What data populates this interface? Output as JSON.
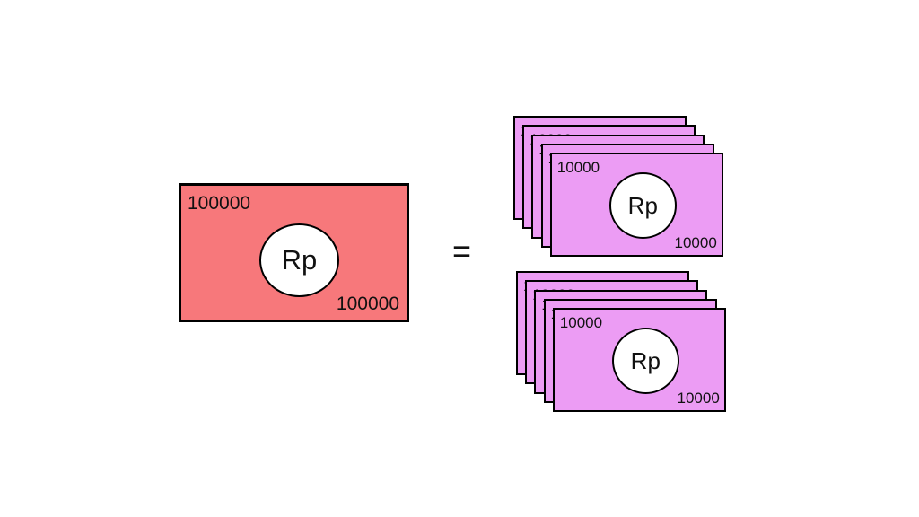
{
  "big_note": {
    "denomination_top": "100000",
    "denomination_bottom": "100000",
    "currency_symbol": "Rp",
    "color": "#f7787b"
  },
  "equals_sign": "=",
  "small_note": {
    "denomination_top": "10000",
    "denomination_bottom": "10000",
    "currency_symbol": "Rp",
    "color": "#ec9cf4"
  },
  "stacks": [
    {
      "count": 5
    },
    {
      "count": 5
    }
  ]
}
